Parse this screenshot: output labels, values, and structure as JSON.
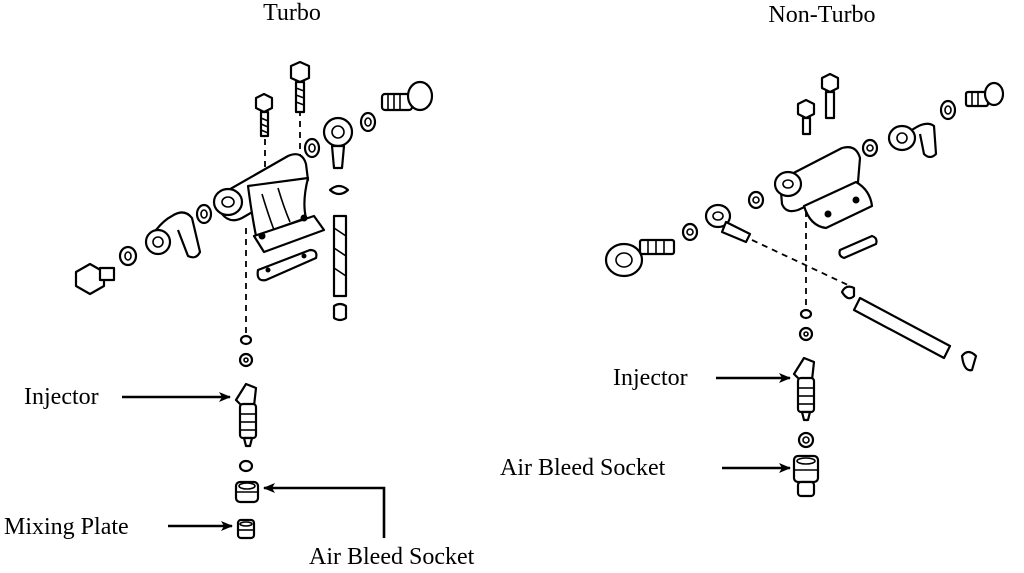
{
  "headings": {
    "turbo": "Turbo",
    "non_turbo": "Non-Turbo"
  },
  "labels": {
    "turbo_injector": "Injector",
    "turbo_mixing_plate": "Mixing Plate",
    "turbo_air_bleed_socket": "Air Bleed Socket",
    "non_turbo_injector": "Injector",
    "non_turbo_air_bleed_socket": "Air Bleed Socket"
  }
}
